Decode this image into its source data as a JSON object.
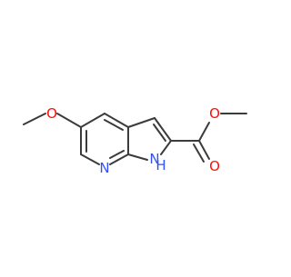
{
  "molecule": {
    "atom_labels": {
      "oxygen_methoxy": "O",
      "oxygen_carbonyl": "O",
      "oxygen_ester": "O",
      "nitrogen_pyridine": "N",
      "nitrogen_pyrrole": "N",
      "hydrogen_nh": "H"
    },
    "colors": {
      "bond": "#3b3b3b",
      "oxygen": "#ff0d0d",
      "nitrogen": "#3050f8",
      "background": "#ffffff"
    }
  }
}
